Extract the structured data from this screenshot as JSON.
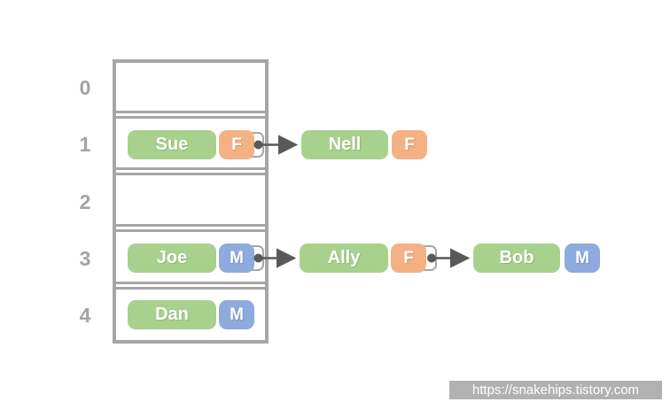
{
  "colors": {
    "name_box_green": "#A9D18E",
    "female_badge_orange": "#F4B183",
    "male_badge_blue": "#8FAADC",
    "table_border_gray": "#A6A6A6",
    "arrow_dark_gray": "#595959",
    "index_label_gray": "#A3A3A3",
    "watermark_bg": "#B1B1B1",
    "watermark_text": "#FFFFFF"
  },
  "hash_table": {
    "slots": [
      {
        "index": "0",
        "entry": null
      },
      {
        "index": "1",
        "entry": {
          "name": "Sue",
          "gender": "F"
        }
      },
      {
        "index": "2",
        "entry": null
      },
      {
        "index": "3",
        "entry": {
          "name": "Joe",
          "gender": "M"
        }
      },
      {
        "index": "4",
        "entry": {
          "name": "Dan",
          "gender": "M"
        }
      }
    ]
  },
  "chains": [
    {
      "source_slot": "1",
      "nodes": [
        {
          "name": "Nell",
          "gender": "F"
        }
      ]
    },
    {
      "source_slot": "3",
      "nodes": [
        {
          "name": "Ally",
          "gender": "F"
        },
        {
          "name": "Bob",
          "gender": "M"
        }
      ]
    }
  ],
  "watermark": {
    "text": "https://snakehips.tistory.com"
  }
}
